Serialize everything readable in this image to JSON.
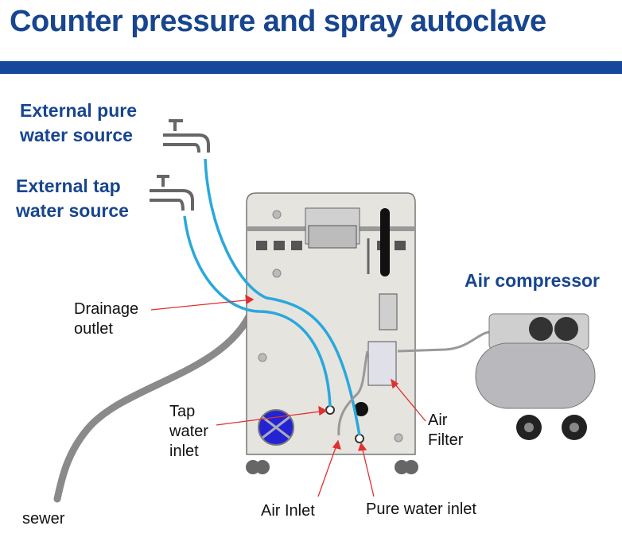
{
  "title": "Counter pressure and spray autoclave",
  "labels": {
    "pure_source": [
      "External pure",
      "water source"
    ],
    "tap_source": [
      "External tap",
      "water source"
    ],
    "compressor": "Air compressor",
    "drainage": [
      "Drainage",
      "outlet"
    ],
    "tap_inlet": [
      "Tap",
      "water",
      "inlet"
    ],
    "air_filter": [
      "Air",
      "Filter"
    ],
    "sewer": "sewer",
    "air_inlet": "Air Inlet",
    "pure_inlet": "Pure water inlet"
  },
  "colors": {
    "accent": "#17458f",
    "water_pipe": "#29a8dc",
    "hose": "#8a8a8a",
    "arrow": "#e03030"
  }
}
